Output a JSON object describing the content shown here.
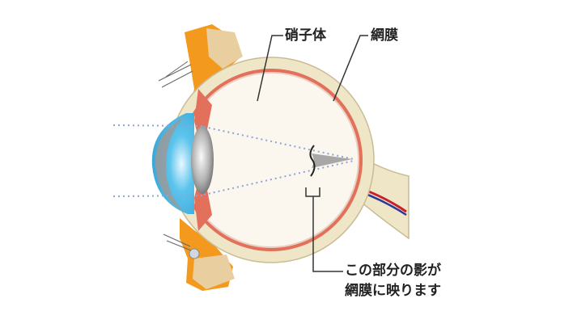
{
  "labels": {
    "vitreous": "硝子体",
    "retina": "網膜",
    "caption_line1": "この部分の影が",
    "caption_line2": "網膜に映ります"
  },
  "colors": {
    "sclera": "#efe6c8",
    "choroid": "#e2705a",
    "cornea_blue": "#5cc4ec",
    "eyelid_orange": "#f39a1e",
    "ray": "#8fa3d6"
  }
}
